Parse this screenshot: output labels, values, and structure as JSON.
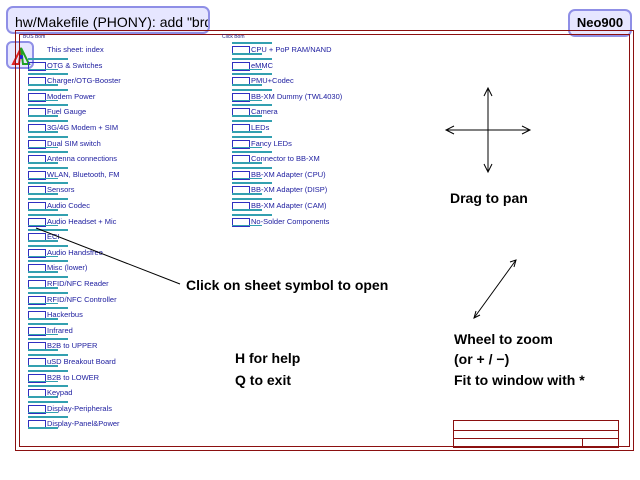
{
  "window": {
    "title": "hw/Makefile (PHONY): add \"brd\"",
    "project": "Neo900"
  },
  "schematic": {
    "col1_header": "BOS Bom",
    "col2_header": "Click Bom",
    "left_sheets": [
      "This sheet: index",
      "OTG & Switches",
      "Charger/OTG-Booster",
      "Modem Power",
      "Fuel Gauge",
      "3G/4G Modem + SIM",
      "Dual SIM switch",
      "Antenna connections",
      "WLAN, Bluetooth, FM",
      "Sensors",
      "Audio Codec",
      "Audio Headset + Mic",
      "ECI",
      "Audio Handsfree",
      "Misc (lower)",
      "RFID/NFC Reader",
      "RFID/NFC Controller",
      "Hackerbus",
      "Infrared",
      "B2B to UPPER",
      "uSD Breakout Board",
      "B2B to LOWER",
      "Keypad",
      "Display-Peripherals",
      "Display-Panel&Power"
    ],
    "right_sheets": [
      "CPU + PoP RAM/NAND",
      "eMMC",
      "PMU+Codec",
      "BB-XM Dummy (TWL4030)",
      "Camera",
      "LEDs",
      "Fancy LEDs",
      "Connector to BB-XM",
      "BB-XM Adapter (CPU)",
      "BB-XM Adapter (DISP)",
      "BB-XM Adapter (CAM)",
      "No-Solder Components"
    ]
  },
  "hints": {
    "drag": "Drag to pan",
    "click": "Click on sheet symbol to open",
    "wheel": "Wheel to zoom",
    "plusminus": "(or + / −)",
    "fit": "Fit to window with *",
    "help": "H for help",
    "quit": "Q to exit"
  },
  "colors": {
    "frame": "#8b1010",
    "sheet_border": "#3030c0",
    "sheet_text": "#2020a0",
    "overlay_bg": "#e6e6ff",
    "overlay_border": "#8f8fe6"
  }
}
